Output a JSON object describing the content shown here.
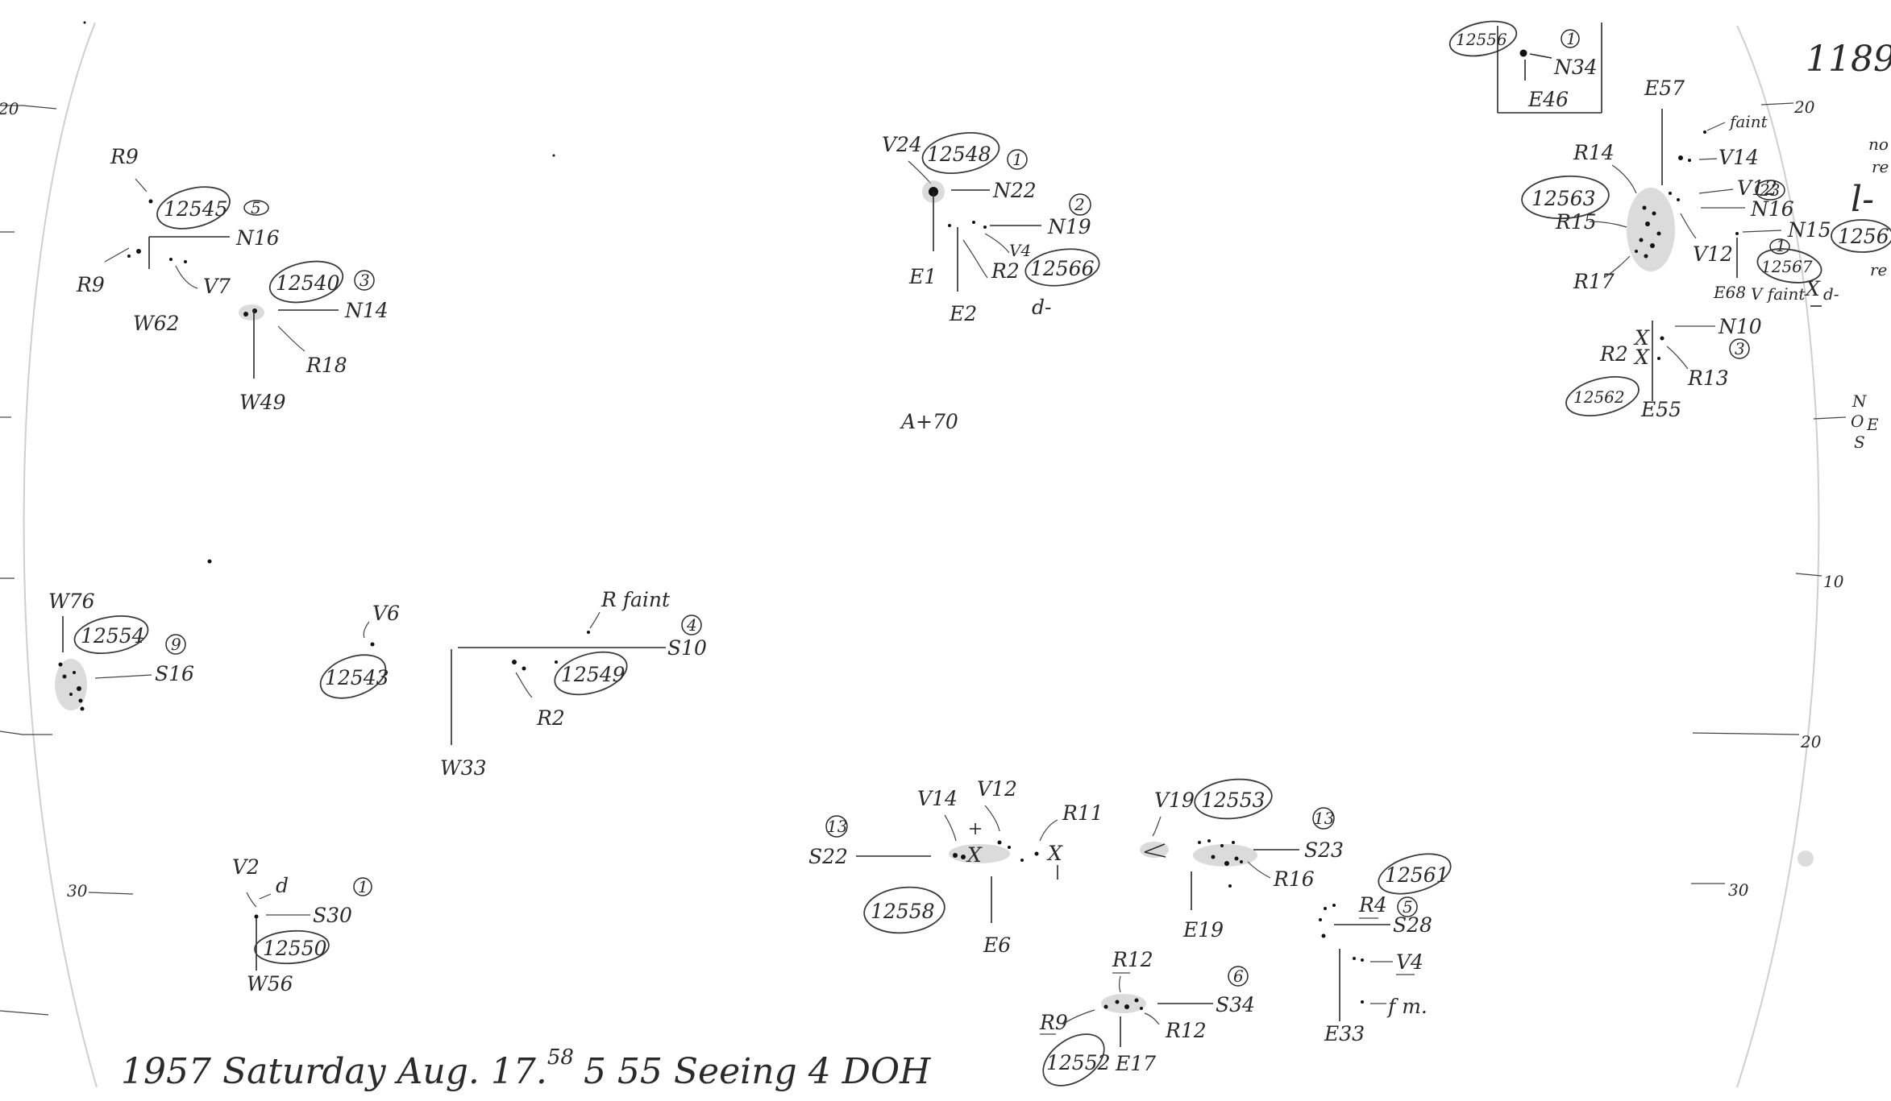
{
  "sheet": {
    "page_number": "1189",
    "footer": "1957 Saturday Aug. 17. 58 5 55 Seeing 4 DOH",
    "footer_parts": {
      "prefix": "1957 Saturday Aug. 17.",
      "sup": "58",
      "suffix": "5 55 Seeing 4 DOH"
    },
    "center_note": "A+70",
    "compass": [
      "N",
      "O",
      "E",
      "S"
    ]
  },
  "rim_ticks": {
    "left": [
      "20",
      "30"
    ],
    "right": [
      "20",
      "10",
      "20",
      "30"
    ]
  },
  "groups": {
    "g12545": {
      "id": "12545",
      "count": "5",
      "n": "N16",
      "w": "W62",
      "labels": [
        "R9",
        "R9",
        "V7"
      ]
    },
    "g12540": {
      "id": "12540",
      "count": "3",
      "n": "N14",
      "w": "W49",
      "labels": [
        "R18"
      ]
    },
    "g12548": {
      "id": "12548",
      "count": "1",
      "n": "N22",
      "e": "E1",
      "labels": [
        "V24"
      ]
    },
    "g12566": {
      "id": "12566",
      "count": "2",
      "n": "N19",
      "e": "E2",
      "labels": [
        "V4",
        "R2",
        "d-"
      ]
    },
    "g12556": {
      "id": "12556",
      "count": "1",
      "n": "N34",
      "e": "E46"
    },
    "g12563": {
      "id": "12563",
      "e": "E57",
      "labels": [
        "faint",
        "V14",
        "R14",
        "R15",
        "R17",
        "V12",
        "V12"
      ]
    },
    "g12567": {
      "id": "12567",
      "count": "23",
      "n1": "N16",
      "n2": "N15",
      "e": "E68",
      "sub_count": "1",
      "labels": [
        "V faint",
        "d-"
      ]
    },
    "g12562": {
      "id": "12562",
      "count": "3",
      "n": "N10",
      "e": "E55",
      "labels": [
        "R2",
        "R13"
      ]
    },
    "g12554": {
      "id": "12554",
      "count": "9",
      "s": "S16",
      "w": "W76"
    },
    "g12543": {
      "id": "12543",
      "labels": [
        "V6"
      ]
    },
    "g12549": {
      "id": "12549",
      "count": "4",
      "s": "S10",
      "w": "W33",
      "labels": [
        "R faint",
        "R2"
      ]
    },
    "g12550": {
      "id": "12550",
      "count": "1",
      "s": "S30",
      "w": "W56",
      "labels": [
        "V2",
        "d"
      ]
    },
    "g12558": {
      "id": "12558",
      "count": "13",
      "s": "S22",
      "e": "E6",
      "labels": [
        "V14",
        "V12",
        "R11"
      ]
    },
    "g12553": {
      "id": "12553",
      "count": "13",
      "s": "S23",
      "e": "E19",
      "labels": [
        "V19",
        "R16"
      ]
    },
    "g12561": {
      "id": "12561",
      "count": "5",
      "s": "S28",
      "e": "E33",
      "labels": [
        "R4",
        "V4",
        "f m."
      ]
    },
    "g12552": {
      "id": "12552",
      "count": "6",
      "s": "S34",
      "e": "E17",
      "labels": [
        "R12",
        "R9",
        "R12"
      ]
    }
  },
  "margin_notes": [
    "no",
    "re",
    "l-",
    "1256",
    "re"
  ]
}
